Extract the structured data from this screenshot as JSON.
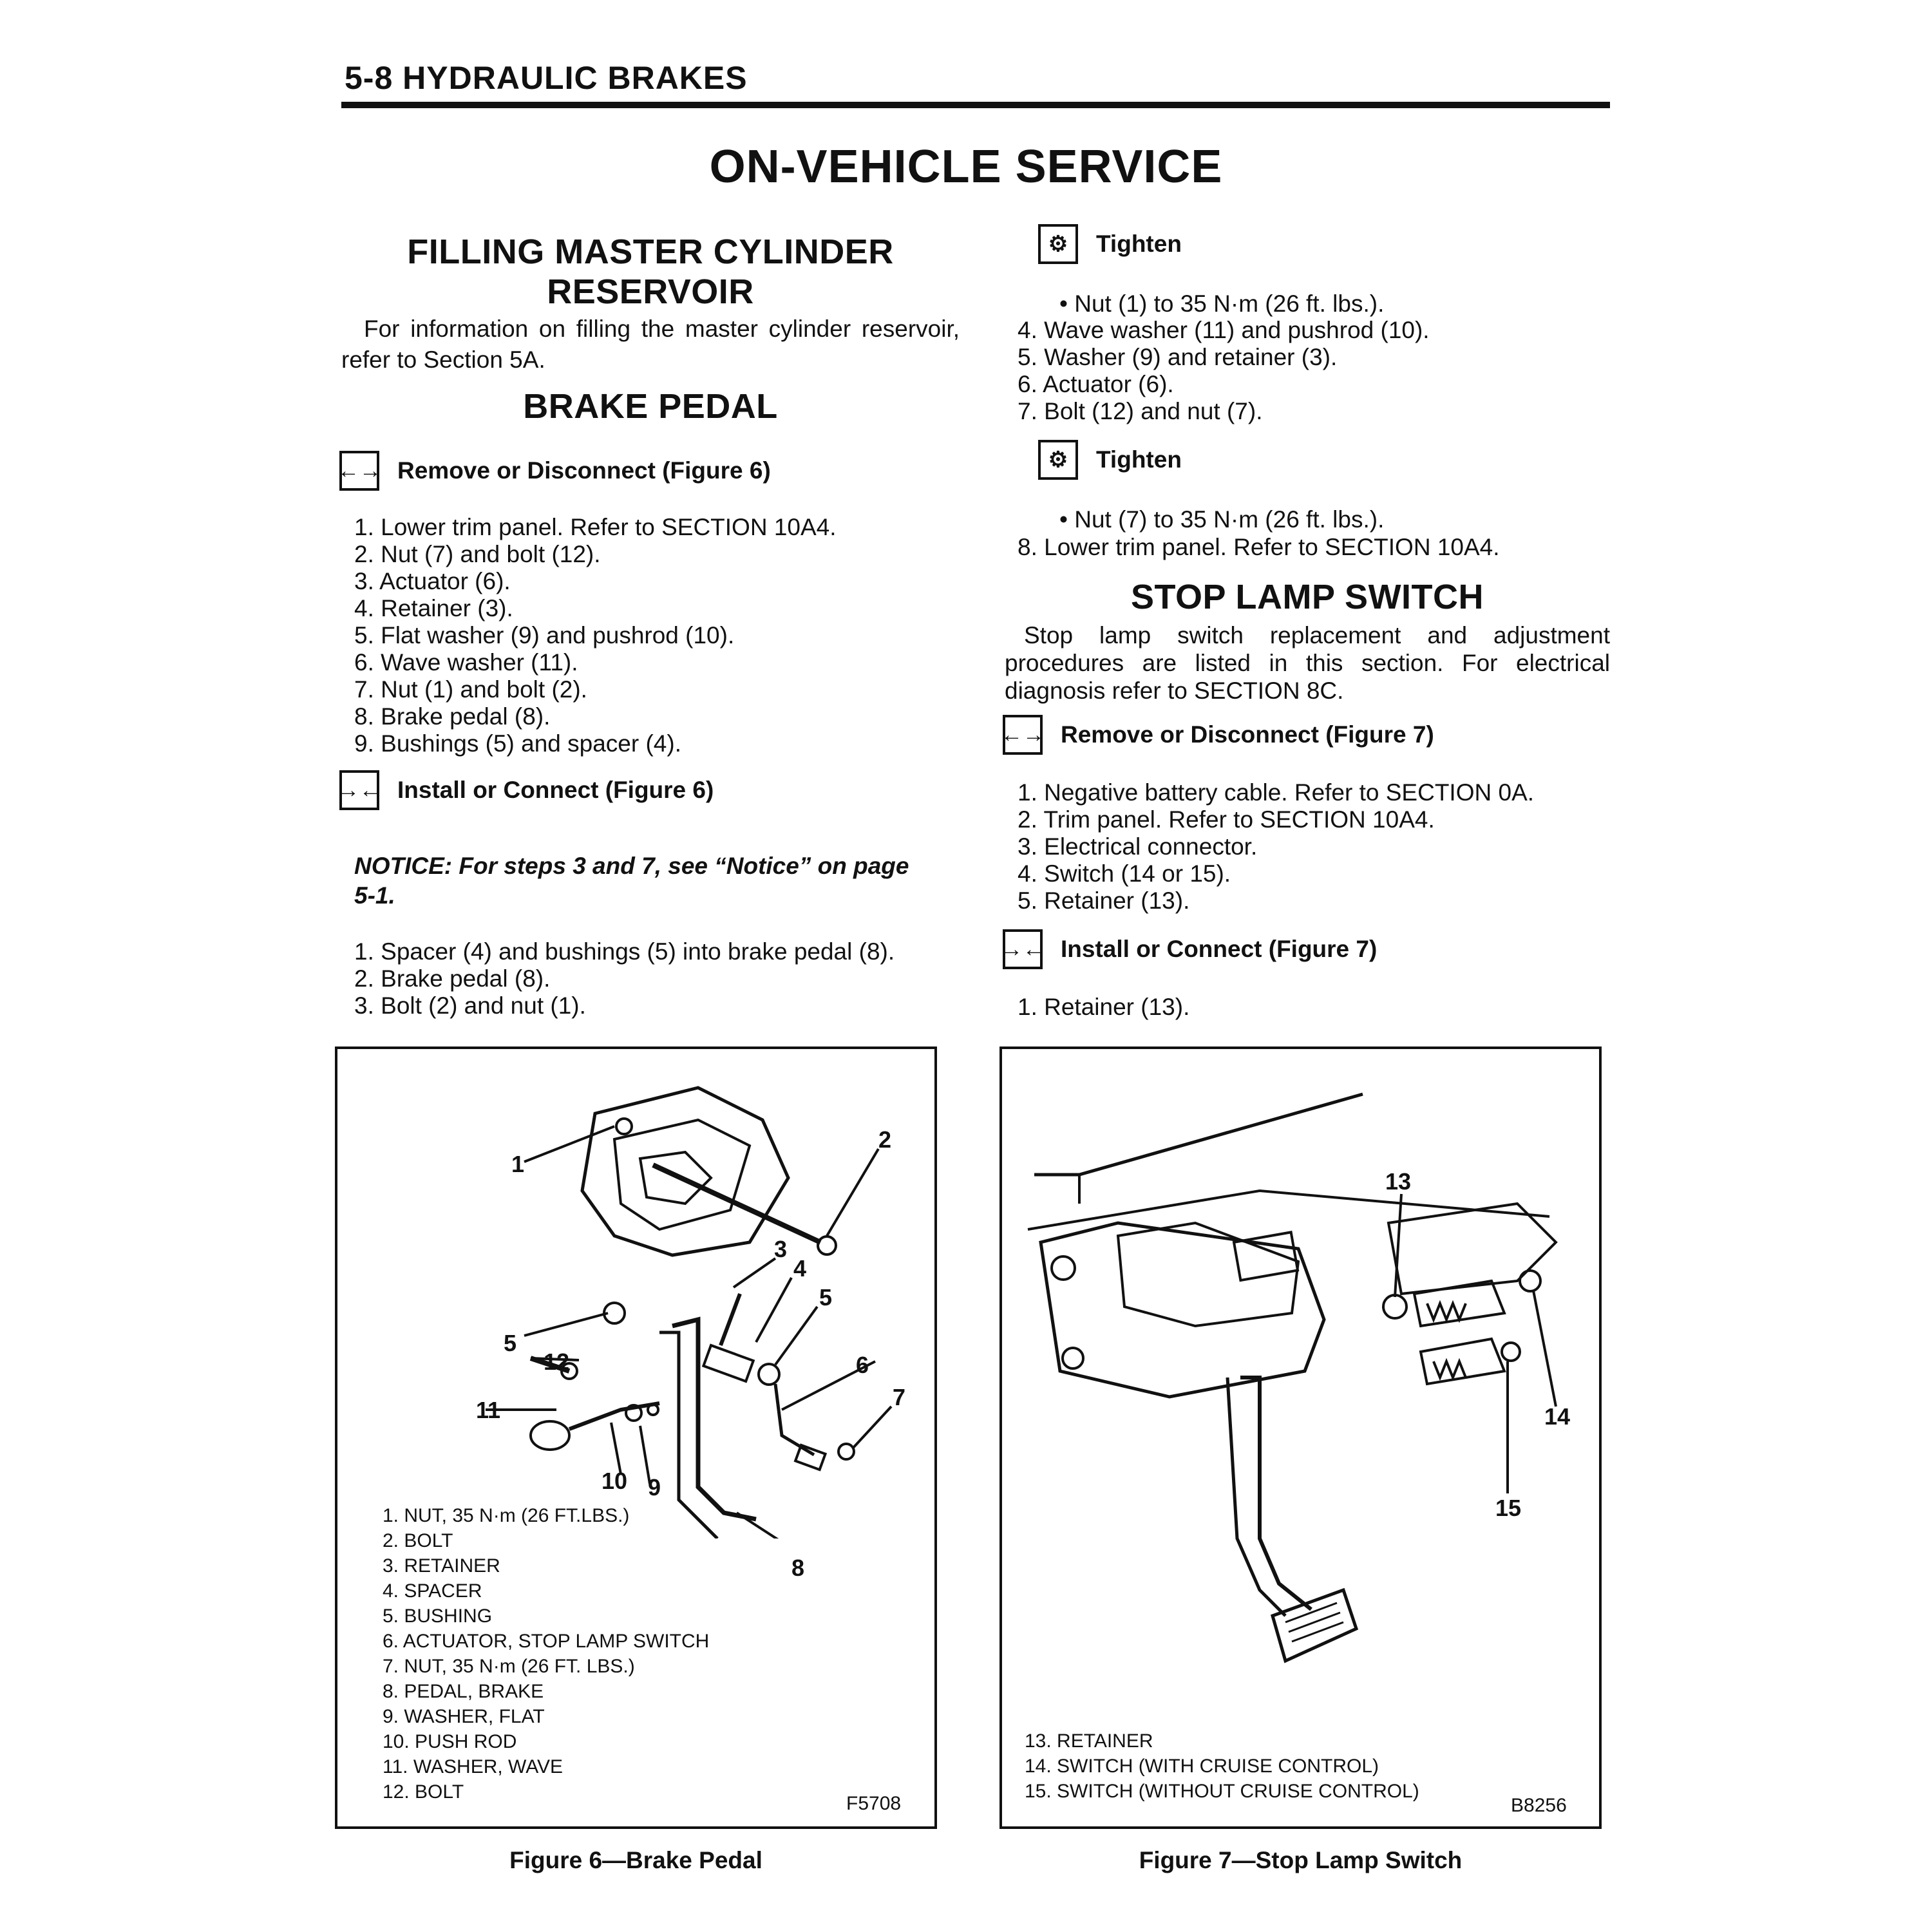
{
  "header": {
    "page_label": "5-8 HYDRAULIC BRAKES"
  },
  "title": "ON-VEHICLE SERVICE",
  "left": {
    "filling": {
      "heading_line1": "FILLING MASTER CYLINDER",
      "heading_line2": "RESERVOIR",
      "text": "For information on filling the master cylinder reservoir, refer to Section 5A."
    },
    "brake_pedal": {
      "heading": "BRAKE PEDAL",
      "remove_label": "Remove or Disconnect (Figure 6)",
      "remove_steps": [
        "1. Lower trim panel. Refer to SECTION 10A4.",
        "2. Nut (7) and bolt (12).",
        "3. Actuator (6).",
        "4. Retainer (3).",
        "5. Flat washer (9) and pushrod (10).",
        "6. Wave washer (11).",
        "7. Nut (1) and bolt (2).",
        "8. Brake pedal (8).",
        "9. Bushings (5) and spacer (4)."
      ],
      "install_label": "Install or Connect (Figure 6)",
      "notice": "NOTICE: For steps 3 and 7, see “Notice” on page 5-1.",
      "install_steps": [
        "1. Spacer (4) and bushings (5) into brake pedal (8).",
        "2. Brake pedal (8).",
        "3. Bolt (2) and nut (1)."
      ]
    }
  },
  "right": {
    "tighten1": {
      "label": "Tighten",
      "bullet": "• Nut (1) to 35 N·m (26 ft. lbs.)."
    },
    "steps_mid": [
      "4. Wave washer (11) and pushrod (10).",
      "5. Washer (9) and retainer (3).",
      "6. Actuator (6).",
      "7. Bolt (12) and nut (7)."
    ],
    "tighten2": {
      "label": "Tighten",
      "bullet": "• Nut (7) to 35 N·m (26 ft. lbs.)."
    },
    "step8": "8. Lower trim panel. Refer to SECTION 10A4.",
    "stop_lamp": {
      "heading": "STOP LAMP SWITCH",
      "text": "Stop lamp switch replacement and adjustment procedures are listed in this section. For electrical diagnosis refer to SECTION 8C.",
      "remove_label": "Remove or Disconnect (Figure 7)",
      "remove_steps": [
        "1. Negative battery cable. Refer to SECTION 0A.",
        "2. Trim panel. Refer to SECTION 10A4.",
        "3. Electrical connector.",
        "4. Switch (14 or 15).",
        "5. Retainer (13)."
      ],
      "install_label": "Install or Connect (Figure 7)",
      "install_steps": [
        "1. Retainer (13)."
      ]
    }
  },
  "figure6": {
    "legend": [
      "1. NUT, 35 N·m (26 FT.LBS.)",
      "2. BOLT",
      "3. RETAINER",
      "4. SPACER",
      "5. BUSHING",
      "6. ACTUATOR, STOP LAMP SWITCH",
      "7. NUT, 35 N·m (26 FT. LBS.)",
      "8. PEDAL, BRAKE",
      "9. WASHER, FLAT",
      "10. PUSH ROD",
      "11. WASHER, WAVE",
      "12. BOLT"
    ],
    "callouts": [
      "1",
      "2",
      "3",
      "4",
      "5",
      "5",
      "6",
      "7",
      "8",
      "9",
      "10",
      "11",
      "12"
    ],
    "code": "F5708",
    "caption": "Figure 6—Brake Pedal"
  },
  "figure7": {
    "legend": [
      "13. RETAINER",
      "14. SWITCH (WITH CRUISE CONTROL)",
      "15. SWITCH (WITHOUT CRUISE CONTROL)"
    ],
    "callouts": [
      "13",
      "14",
      "15"
    ],
    "code": "B8256",
    "caption": "Figure 7—Stop Lamp Switch"
  },
  "icons": {
    "remove": "remove-disconnect-icon",
    "install": "install-connect-icon",
    "tighten": "torque-wrench-icon"
  }
}
